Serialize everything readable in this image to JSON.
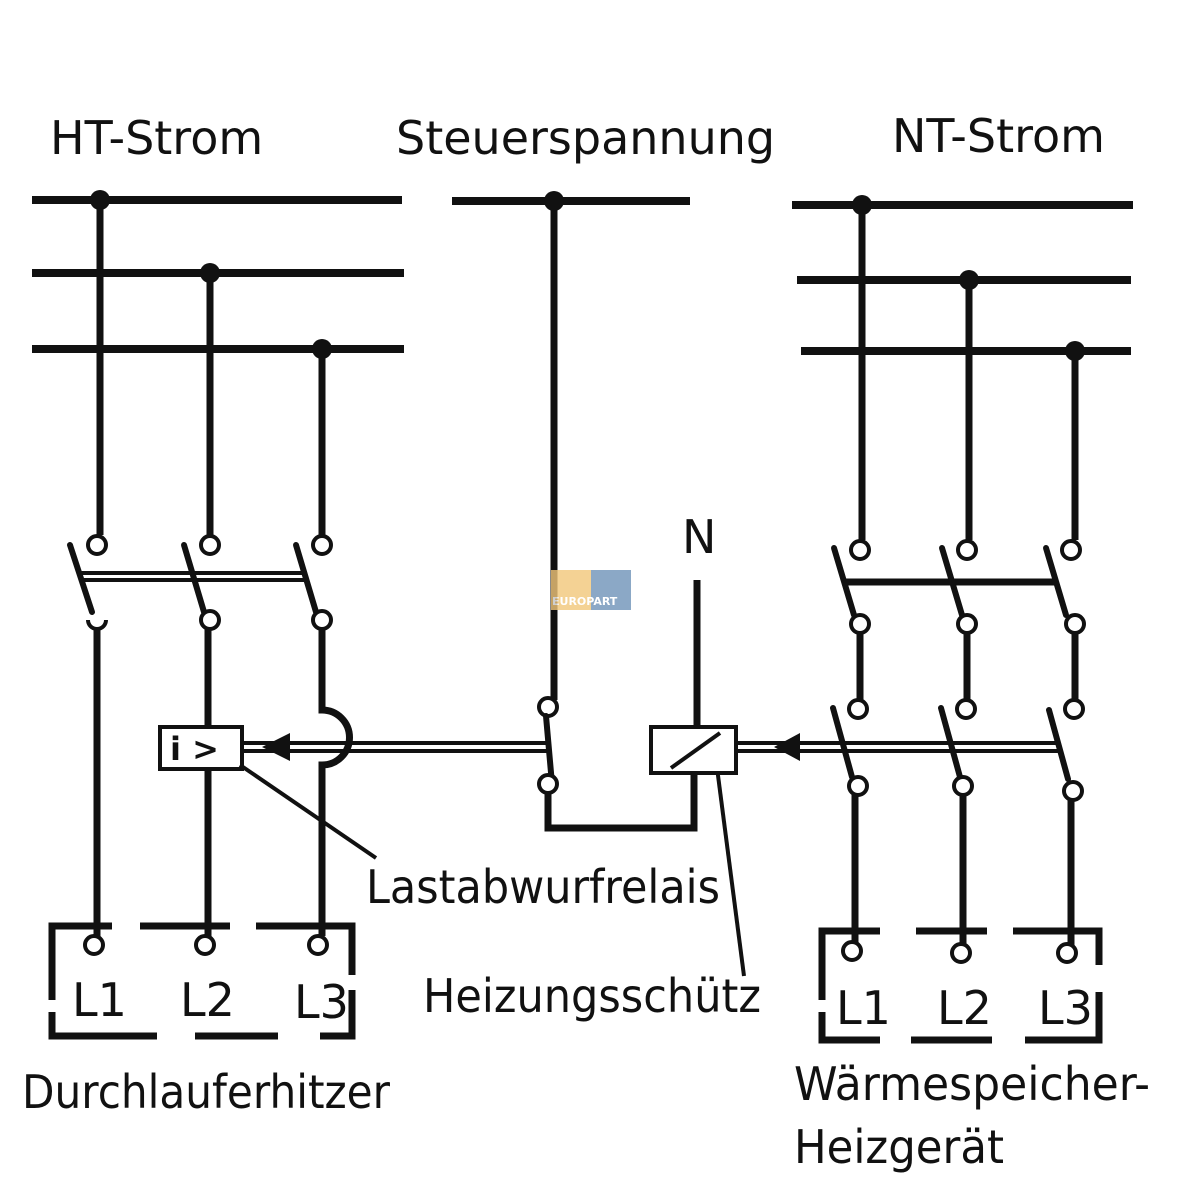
{
  "labels": {
    "ht_strom": "HT-Strom",
    "steuerspannung": "Steuerspannung",
    "nt_strom": "NT-Strom",
    "neutral": "N",
    "lastabwurfrelais": "Lastabwurfrelais",
    "heizungsschuetz": "Heizungsschütz",
    "durchlauferhitzer": "Durchlauferhitzer",
    "waermespeicher_line1": "Wärmespeicher-",
    "waermespeicher_line2": "Heizgerät",
    "relay_symbol": "i >"
  },
  "terminals_left": [
    "L1",
    "L2",
    "L3"
  ],
  "terminals_right": [
    "L1",
    "L2",
    "L3"
  ],
  "watermark": {
    "text": "EUROPART",
    "colors": {
      "left": "#f2c77a",
      "right": "#6f93b8"
    }
  }
}
